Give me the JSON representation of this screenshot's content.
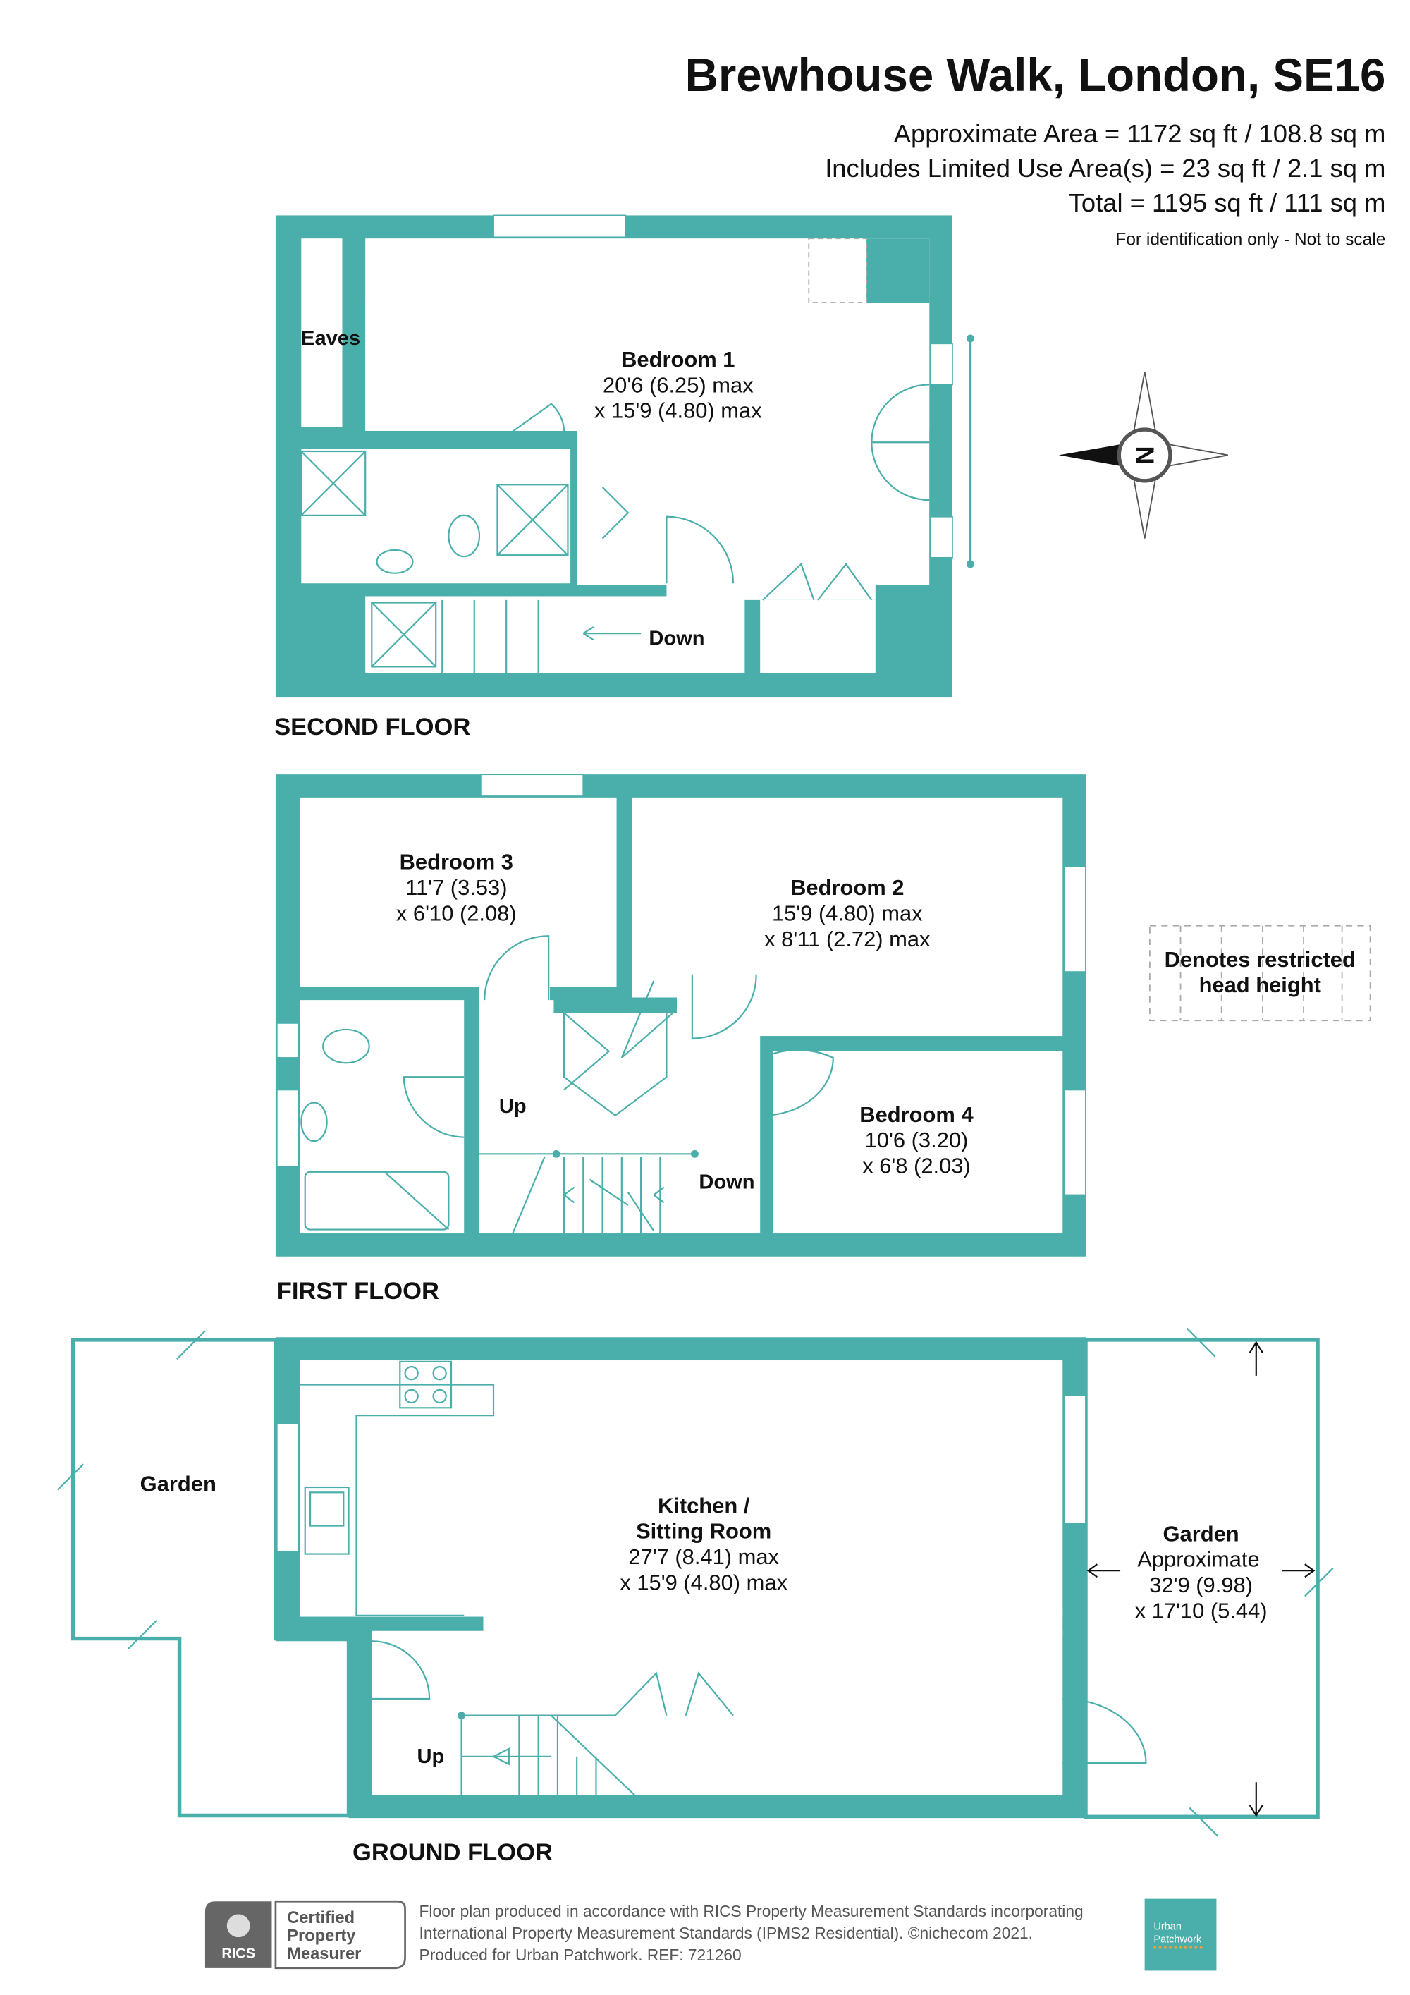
{
  "header": {
    "title": "Brewhouse Walk, London, SE16",
    "area_line": "Approximate Area = 1172 sq ft / 108.8 sq m",
    "limited_line": "Includes Limited Use Area(s) = 23 sq ft / 2.1 sq m",
    "total_line": "Total = 1195 sq ft / 111 sq m",
    "disclaimer": "For identification only - Not to scale"
  },
  "colors": {
    "wall": "#4aafaa",
    "text": "#111111"
  },
  "second_floor": {
    "label": "SECOND FLOOR",
    "eaves": "Eaves",
    "bedroom1": {
      "name": "Bedroom 1",
      "dim1": "20'6 (6.25) max",
      "dim2": "x 15'9 (4.80) max"
    },
    "stairs": "Down"
  },
  "first_floor": {
    "label": "FIRST FLOOR",
    "bedroom3": {
      "name": "Bedroom 3",
      "dim1": "11'7 (3.53)",
      "dim2": "x 6'10 (2.08)"
    },
    "bedroom2": {
      "name": "Bedroom 2",
      "dim1": "15'9 (4.80) max",
      "dim2": "x 8'11 (2.72) max"
    },
    "bedroom4": {
      "name": "Bedroom 4",
      "dim1": "10'6 (3.20)",
      "dim2": "x 6'8 (2.03)"
    },
    "up": "Up",
    "down": "Down"
  },
  "ground_floor": {
    "label": "GROUND FLOOR",
    "garden_left": "Garden",
    "kitchen": {
      "name1": "Kitchen /",
      "name2": "Sitting Room",
      "dim1": "27'7 (8.41) max",
      "dim2": "x 15'9 (4.80) max"
    },
    "garden_right": {
      "name": "Garden",
      "sub": "Approximate",
      "dim1": "32'9 (9.98)",
      "dim2": "x 17'10 (5.44)"
    },
    "up": "Up"
  },
  "legend": {
    "line1": "Denotes restricted",
    "line2": "head height"
  },
  "compass": {
    "letter": "N"
  },
  "footer": {
    "rics": "RICS",
    "cert1": "Certified",
    "cert2": "Property",
    "cert3": "Measurer",
    "line1": "Floor plan produced in accordance with RICS Property Measurement Standards incorporating",
    "line2": "International Property Measurement Standards (IPMS2 Residential).   ©nichecom 2021.",
    "line3": "Produced for Urban Patchwork.   REF: 721260",
    "logo1": "Urban",
    "logo2": "Patchwork"
  }
}
